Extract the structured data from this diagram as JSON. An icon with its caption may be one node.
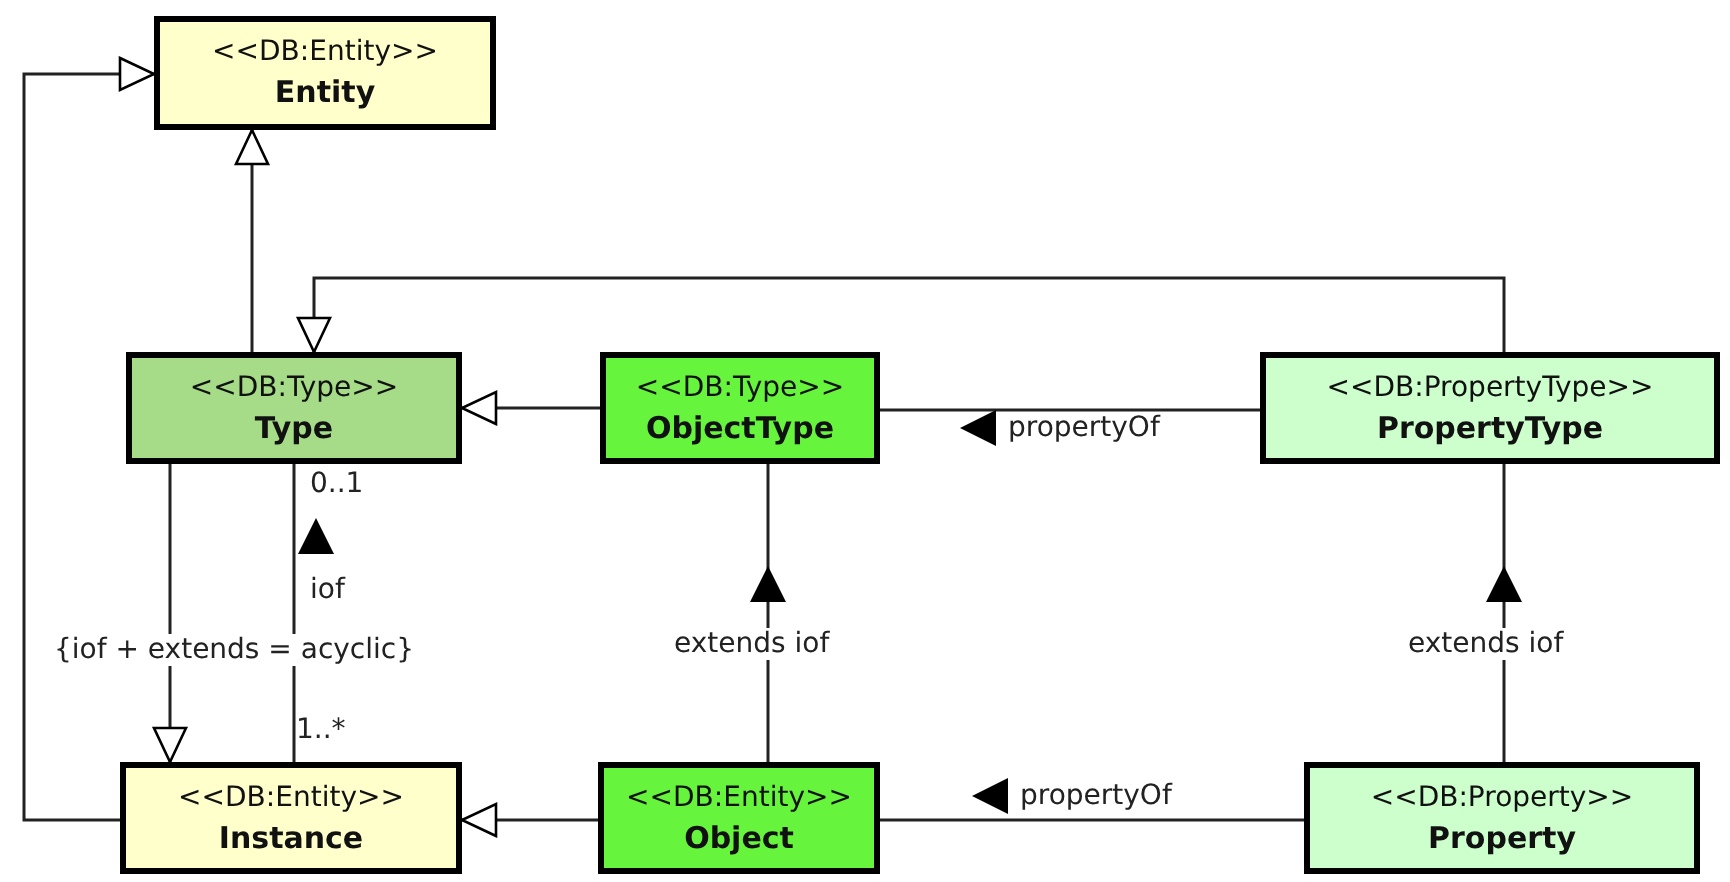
{
  "diagram": {
    "nodes": [
      {
        "text": [
          "<<DB:Entity>>",
          "Entity"
        ]
      },
      {
        "text": [
          "<<DB:Type>>",
          "Type"
        ]
      },
      {
        "text": [
          "<<DB:Type>>",
          "ObjectType"
        ]
      },
      {
        "text": [
          "<<DB:PropertyType>>",
          "PropertyType"
        ]
      },
      {
        "text": [
          "<<DB:Entity>>",
          "Instance"
        ]
      },
      {
        "text": [
          "<<DB:Entity>>",
          "Object"
        ]
      },
      {
        "text": [
          "<<DB:Property>>",
          "Property"
        ]
      }
    ],
    "edges": [
      {
        "from": 1,
        "to": 0,
        "arrow": "to"
      },
      {
        "from": 4,
        "to": 0,
        "arrow": "to"
      },
      {
        "from": 2,
        "to": 1,
        "arrow": "to"
      },
      {
        "from": 3,
        "to": 1,
        "arrow": "to"
      },
      {
        "from": 1,
        "to": 4,
        "arrow": "to"
      },
      {
        "from": 4,
        "to": 1,
        "arrow": "none",
        "label": "iof"
      },
      {
        "from": 3,
        "to": 2,
        "arrow": "none",
        "label": "propertyOf"
      },
      {
        "from": 5,
        "to": 2,
        "arrow": "to",
        "label": "extends iof"
      },
      {
        "from": 6,
        "to": 3,
        "arrow": "to",
        "label": "extends iof"
      },
      {
        "from": 5,
        "to": 4,
        "arrow": "to"
      },
      {
        "from": 6,
        "to": 5,
        "arrow": "none",
        "label": "propertyOf"
      }
    ],
    "labels": [
      "0..1",
      "{iof + extends = acyclic}",
      "1..*"
    ]
  }
}
